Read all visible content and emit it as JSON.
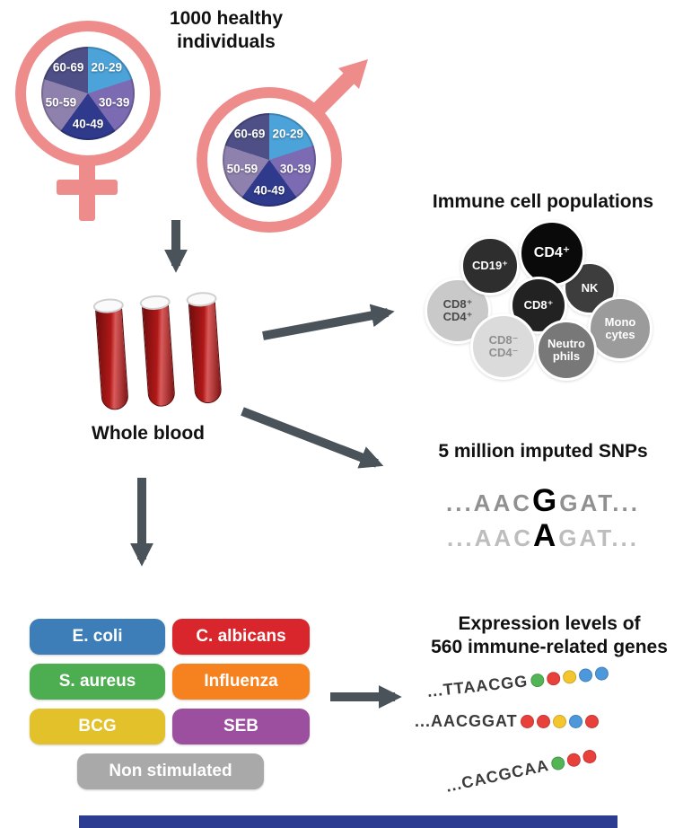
{
  "header": {
    "title": "1000 healthy\nindividuals"
  },
  "symbols": {
    "color": "#EE8C8C"
  },
  "age_groups": {
    "labels": [
      "20-29",
      "30-39",
      "40-49",
      "50-59",
      "60-69"
    ],
    "colors": [
      "#4BA3D9",
      "#7C6BB2",
      "#2F3A8C",
      "#8F81AE",
      "#4D4F86"
    ]
  },
  "arrow_color": "#4A525A",
  "blood": {
    "label": "Whole blood",
    "tube_color": "#B01818"
  },
  "immune": {
    "title": "Immune cell populations",
    "cells": [
      {
        "label": "CD8⁺\nCD4⁺",
        "bg": "#C9C9C9",
        "fg": "#4A4A4A"
      },
      {
        "label": "CD19⁺",
        "bg": "#2E2E2E",
        "fg": "#FFFFFF"
      },
      {
        "label": "NK",
        "bg": "#3D3D3D",
        "fg": "#FFFFFF"
      },
      {
        "label": "CD4⁺",
        "bg": "#0A0A0A",
        "fg": "#FFFFFF"
      },
      {
        "label": "CD8⁺",
        "bg": "#222222",
        "fg": "#FFFFFF"
      },
      {
        "label": "CD8⁻\nCD4⁻",
        "bg": "#DBDBDB",
        "fg": "#8F8F8F"
      },
      {
        "label": "Mono\ncytes",
        "bg": "#9B9B9B",
        "fg": "#FFFFFF"
      },
      {
        "label": "Neutro\nphils",
        "bg": "#787878",
        "fg": "#FFFFFF"
      }
    ]
  },
  "snps": {
    "title": "5 million imputed SNPs",
    "seq1": {
      "pre": "...AAC",
      "variant": "G",
      "post": "GAT..."
    },
    "seq2": {
      "pre": "...AAC",
      "variant": "A",
      "post": "GAT..."
    },
    "seq1_color": "#909090",
    "seq2_color": "#BDBDBD",
    "variant_color": "#000000"
  },
  "stimuli": {
    "items": [
      {
        "label": "E. coli",
        "color": "#3D7DB8"
      },
      {
        "label": "C. albicans",
        "color": "#D8262C"
      },
      {
        "label": "S. aureus",
        "color": "#4CAE50"
      },
      {
        "label": "Influenza",
        "color": "#F5821F"
      },
      {
        "label": "BCG",
        "color": "#E3C12A"
      },
      {
        "label": "SEB",
        "color": "#9C4F9F"
      },
      {
        "label": "Non stimulated",
        "color": "#A9A9A9"
      }
    ]
  },
  "expression": {
    "title": "Expression levels of\n560 immune-related genes",
    "sequences": [
      {
        "text": "...TTAACGG",
        "dots": [
          "#53B455",
          "#E8403B",
          "#F3C52F",
          "#4D97DB",
          "#4D97DB"
        ]
      },
      {
        "text": "...AACGGAT",
        "dots": [
          "#E8403B",
          "#E8403B",
          "#F3C52F",
          "#4D97DB",
          "#E8403B"
        ]
      },
      {
        "text": "...CACGCAA",
        "dots": [
          "#53B455",
          "#E8403B",
          "#E8403B"
        ]
      }
    ]
  },
  "footer": {
    "bar_color": "#2C3D91"
  }
}
